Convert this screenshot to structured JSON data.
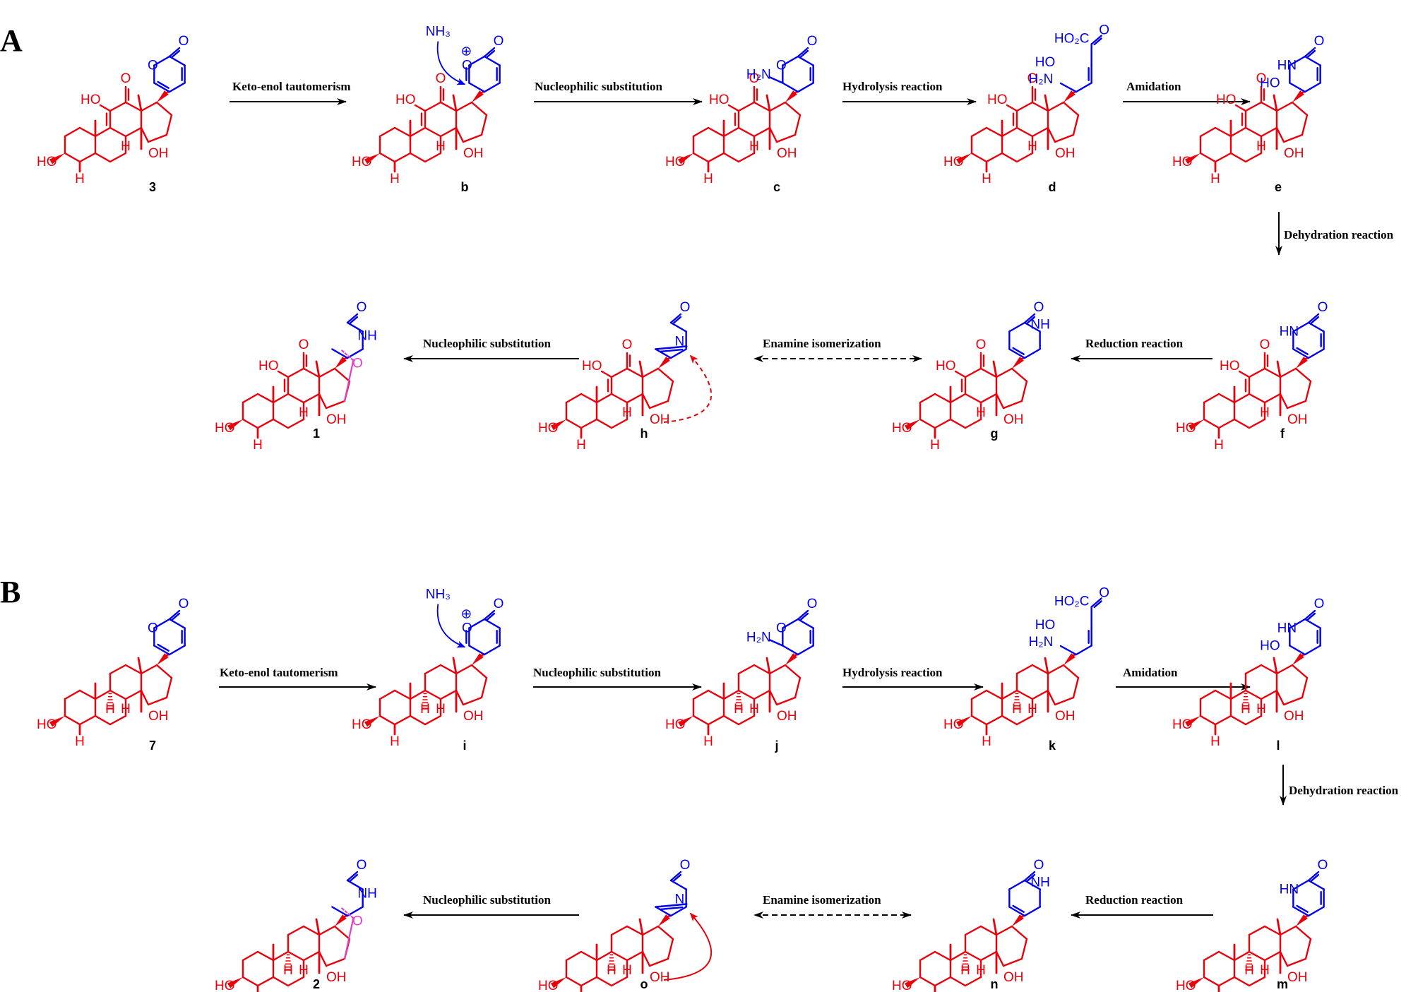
{
  "colors": {
    "steroid": "#e8000b",
    "side": "#0000ee",
    "new_bond": "#e040c8",
    "arrow": "#000000"
  },
  "panels": [
    {
      "label": "A",
      "top_row": {
        "compounds": [
          {
            "id": "3",
            "side": "pyranone",
            "enol": true
          },
          {
            "id": "b",
            "side": "oxonium-attack",
            "enol": true
          },
          {
            "id": "c",
            "side": "aminal",
            "enol": true
          },
          {
            "id": "d",
            "side": "open-acid",
            "enol": true
          },
          {
            "id": "e",
            "side": "hemiaminal",
            "enol": true
          }
        ],
        "steps": [
          "Keto-enol tautomerism",
          "Nucleophilic substitution",
          "Hydrolysis reaction",
          "Amidation"
        ]
      },
      "down_step": "Dehydration reaction",
      "bottom_row": {
        "compounds": [
          {
            "id": "1",
            "side": "bridged-ether",
            "enol": true
          },
          {
            "id": "h",
            "side": "imine",
            "enol": true
          },
          {
            "id": "g",
            "side": "enamine",
            "enol": true
          },
          {
            "id": "f",
            "side": "pyridinone",
            "enol": true
          }
        ],
        "steps": [
          "Nucleophilic substitution",
          "Enamine isomerization",
          "Reduction reaction"
        ]
      }
    },
    {
      "label": "B",
      "top_row": {
        "compounds": [
          {
            "id": "7",
            "side": "pyranone",
            "enol": false
          },
          {
            "id": "i",
            "side": "oxonium-attack",
            "enol": false
          },
          {
            "id": "j",
            "side": "aminal",
            "enol": false
          },
          {
            "id": "k",
            "side": "open-acid",
            "enol": false
          },
          {
            "id": "l",
            "side": "hemiaminal",
            "enol": false
          }
        ],
        "steps": [
          "Keto-enol tautomerism",
          "Nucleophilic substitution",
          "Hydrolysis reaction",
          "Amidation"
        ]
      },
      "down_step": "Dehydration reaction",
      "bottom_row": {
        "compounds": [
          {
            "id": "2",
            "side": "bridged-ether",
            "enol": false
          },
          {
            "id": "o",
            "side": "imine",
            "enol": false
          },
          {
            "id": "n",
            "side": "enamine",
            "enol": false
          },
          {
            "id": "m",
            "side": "pyridinone",
            "enol": false
          }
        ],
        "steps": [
          "Nucleophilic substitution",
          "Enamine isomerization",
          "Reduction reaction"
        ]
      }
    }
  ],
  "atoms": {
    "ho": "HO",
    "oh": "OH",
    "h": "H",
    "o": "O",
    "n": "N",
    "nh": "NH",
    "hn": "HN",
    "h2n": "H₂N",
    "nh3": "NH₃",
    "hooc": "HO₂C",
    "plus": "⊕"
  }
}
